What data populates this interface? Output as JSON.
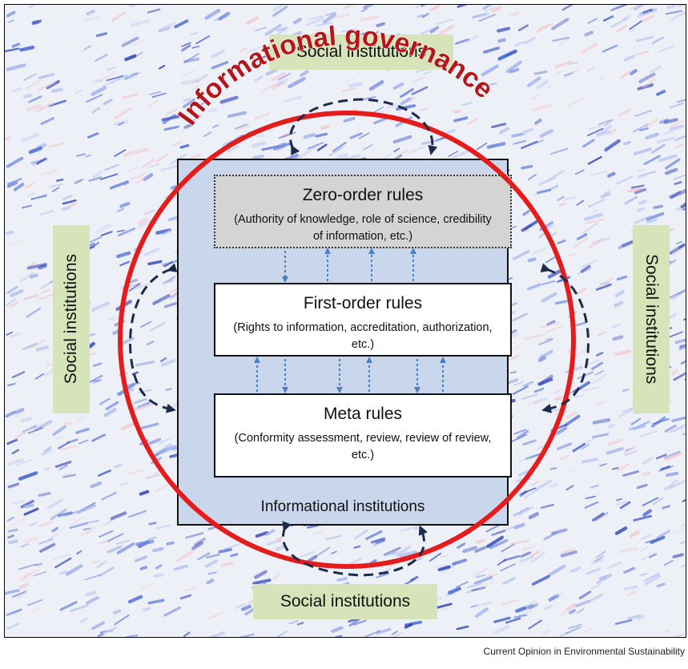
{
  "title": "Informational governance",
  "social_institutions": {
    "top": "Social institutions",
    "bottom": "Social institutions",
    "left": "Social institutions",
    "right": "Social institutions"
  },
  "informational_institutions_label": "Informational institutions",
  "rules": {
    "zero_order": {
      "title": "Zero-order rules",
      "description": "(Authority of knowledge, role of science, credibility of information, etc.)"
    },
    "first_order": {
      "title": "First-order rules",
      "description": "(Rights to information, accreditation, authorization, etc.)"
    },
    "meta": {
      "title": "Meta rules",
      "description": "(Conformity assessment, review, review of review, etc.)"
    }
  },
  "source": "Current Opinion in Environmental Sustainability",
  "colors": {
    "circle": "#e41c1c",
    "title": "#b3171b",
    "social_box": "#d7e3b8",
    "info_box": "#c9d6ec",
    "arrow_blue": "#4a7fc1",
    "cycle_arrow": "#1d2b4a"
  }
}
